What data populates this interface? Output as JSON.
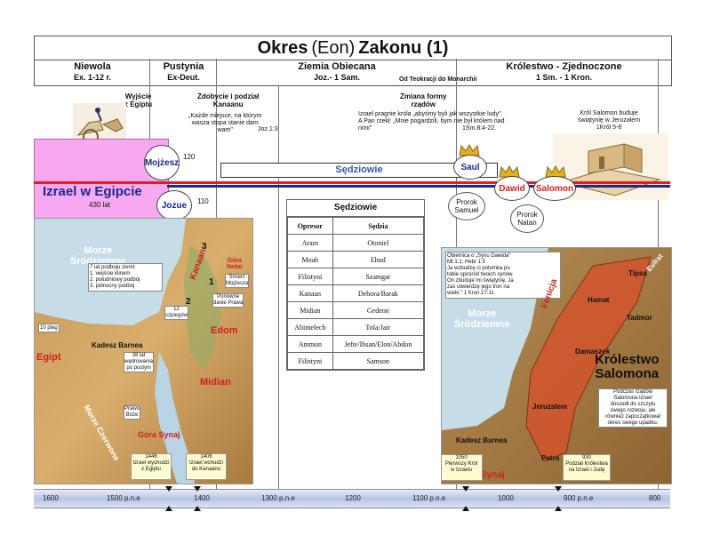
{
  "title": {
    "part1": "Okres",
    "part2": "(Eon)",
    "part3": "Zakonu (1)"
  },
  "periods": [
    {
      "name": "Niewola",
      "ref": "Ex. 1-12 r."
    },
    {
      "name": "Pustynia",
      "ref": "Ex-Deut."
    },
    {
      "name": "Ziemia  Obiecana",
      "ref": "Joz.- 1 Sam."
    },
    {
      "name": "Królestwo - Zjednoczone",
      "ref": "1 Sm. - 1 Kron."
    }
  ],
  "theocracy_note": "Od Teokracji do Monarchii",
  "events": {
    "exodus": "Wyjście\nz Egiptu",
    "conquest_title": "Zdobycie i podział\nKanaanu",
    "conquest_quote": "„Każde miejsce, na którym\nwasza stopa stanie dam\nwam\"",
    "conquest_ref": "Joz.1:3",
    "change_title": "Zmiana formy\nrządów",
    "change_quote": "Izrael pragnie króla „abyśmy byli jak wszystkie ludy\".\nA Pan rzekł: „Mnie pogardzili, bym nie był królem nad\nnimi\"",
    "change_ref": "1Sm.8:4-22.",
    "solomon_note": "Król Salomon buduje\nświątynię w Jeruzalem\n1Król 5-8"
  },
  "people": {
    "moses": "Mojżesz",
    "joshua": "Jozue",
    "saul": "Saul",
    "david": "Dawid",
    "solomon": "Salomon",
    "samuel": "Prorok\nSamuel",
    "nathan": "Prorok\nNatan"
  },
  "numbers": {
    "n120": "120",
    "n110": "110",
    "years430": "430 lat"
  },
  "egypt_bar": "Izrael w Egipcie",
  "judges_bar": "Sędziowie",
  "judges_table": {
    "title": "Sędziowie",
    "headers": [
      "Opresor",
      "Sędzia"
    ],
    "rows": [
      [
        "Aram",
        "Otoniel"
      ],
      [
        "Moab",
        "Ehud"
      ],
      [
        "Filistyni",
        "Szamgar"
      ],
      [
        "Kanaan",
        "Debora/Barak"
      ],
      [
        "Midian",
        "Gedeon"
      ],
      [
        "Abimelech",
        "Tola/Jair"
      ],
      [
        "Ammon",
        "Jefte/Ibsan/Elon/Abdon"
      ],
      [
        "Filistyni",
        "Samson"
      ]
    ]
  },
  "left_map": {
    "sea": "Morze\nŚródziemne",
    "canaan": "Kanaan",
    "egypt": "Egipt",
    "edom": "Edom",
    "midian": "Midian",
    "red_sea": "Morze Czerwone",
    "nebo": "Góra\nNebo",
    "sinai": "Góra Synaj",
    "kadesh": "Kadesz Barnea",
    "wander": "38 lat\nwędrowania\npo pustyni",
    "plagues": "10 plag",
    "spies": "12\nszpiegów",
    "moses_death": "Śmierć\nMojżesza",
    "law_again": "Ponowne\ndanie Prawa",
    "law": "Prawo\nBoże",
    "conquest_box": "7 lat podboju ziemi:\n1. wejście klinem\n2. południowy podbój\n3. północny podbój",
    "n1": "1",
    "n2": "2",
    "n3": "3",
    "date1446": "1446\nIzrael wychodzi\nz Egiptu",
    "date1406": "1406\nIzrael wchodzi\ndo Kanaanu"
  },
  "right_map": {
    "promise": "Obietnica o „Synu Dawida\"\nMt.1:1; Hebr 1:5\nJa wzbudzę ci potomka po\ntobie spośród twoich synów.\nOn zbuduje mi świątynię, Ja\nzaś utwierdzę jego tron na\nwieki.\" 1 Kron.17:11",
    "sea": "Morze\nŚródziemne",
    "phoenicia": "Fenicja",
    "euphrates": "Eufrat",
    "tipsa": "Tipsa",
    "hamat": "Hamat",
    "tadmor": "Tadmor",
    "damascus": "Damaszek",
    "jerusalem": "Jeruzalem",
    "kadesh": "Kadesz Barnea",
    "petra": "Petra",
    "sinai": "Synaj",
    "kingdom": "Królestwo\nSalomona",
    "kingdom_note": "Podczas rządów\nSalomona Izrael\ndoszedł do szczytu\nswego rozwoju, ale\nrównież zapoczątkował\nokres swego upadku.",
    "date1050": "1050\nPierwszy Król\nw Izraelu",
    "date930": "930\nPodział Królestwa\nna Izrael i Judę"
  },
  "timeline": [
    "1600",
    "1500 p.n.e",
    "1400",
    "1300 p.n.e",
    "1200",
    "1100 p.n.e",
    "1000",
    "900 p.n.e",
    "800"
  ],
  "colors": {
    "pink": "#f7a8f0",
    "red_line": "#e02020",
    "navy_line": "#1a2a8a",
    "accent_blue": "#3355aa"
  }
}
